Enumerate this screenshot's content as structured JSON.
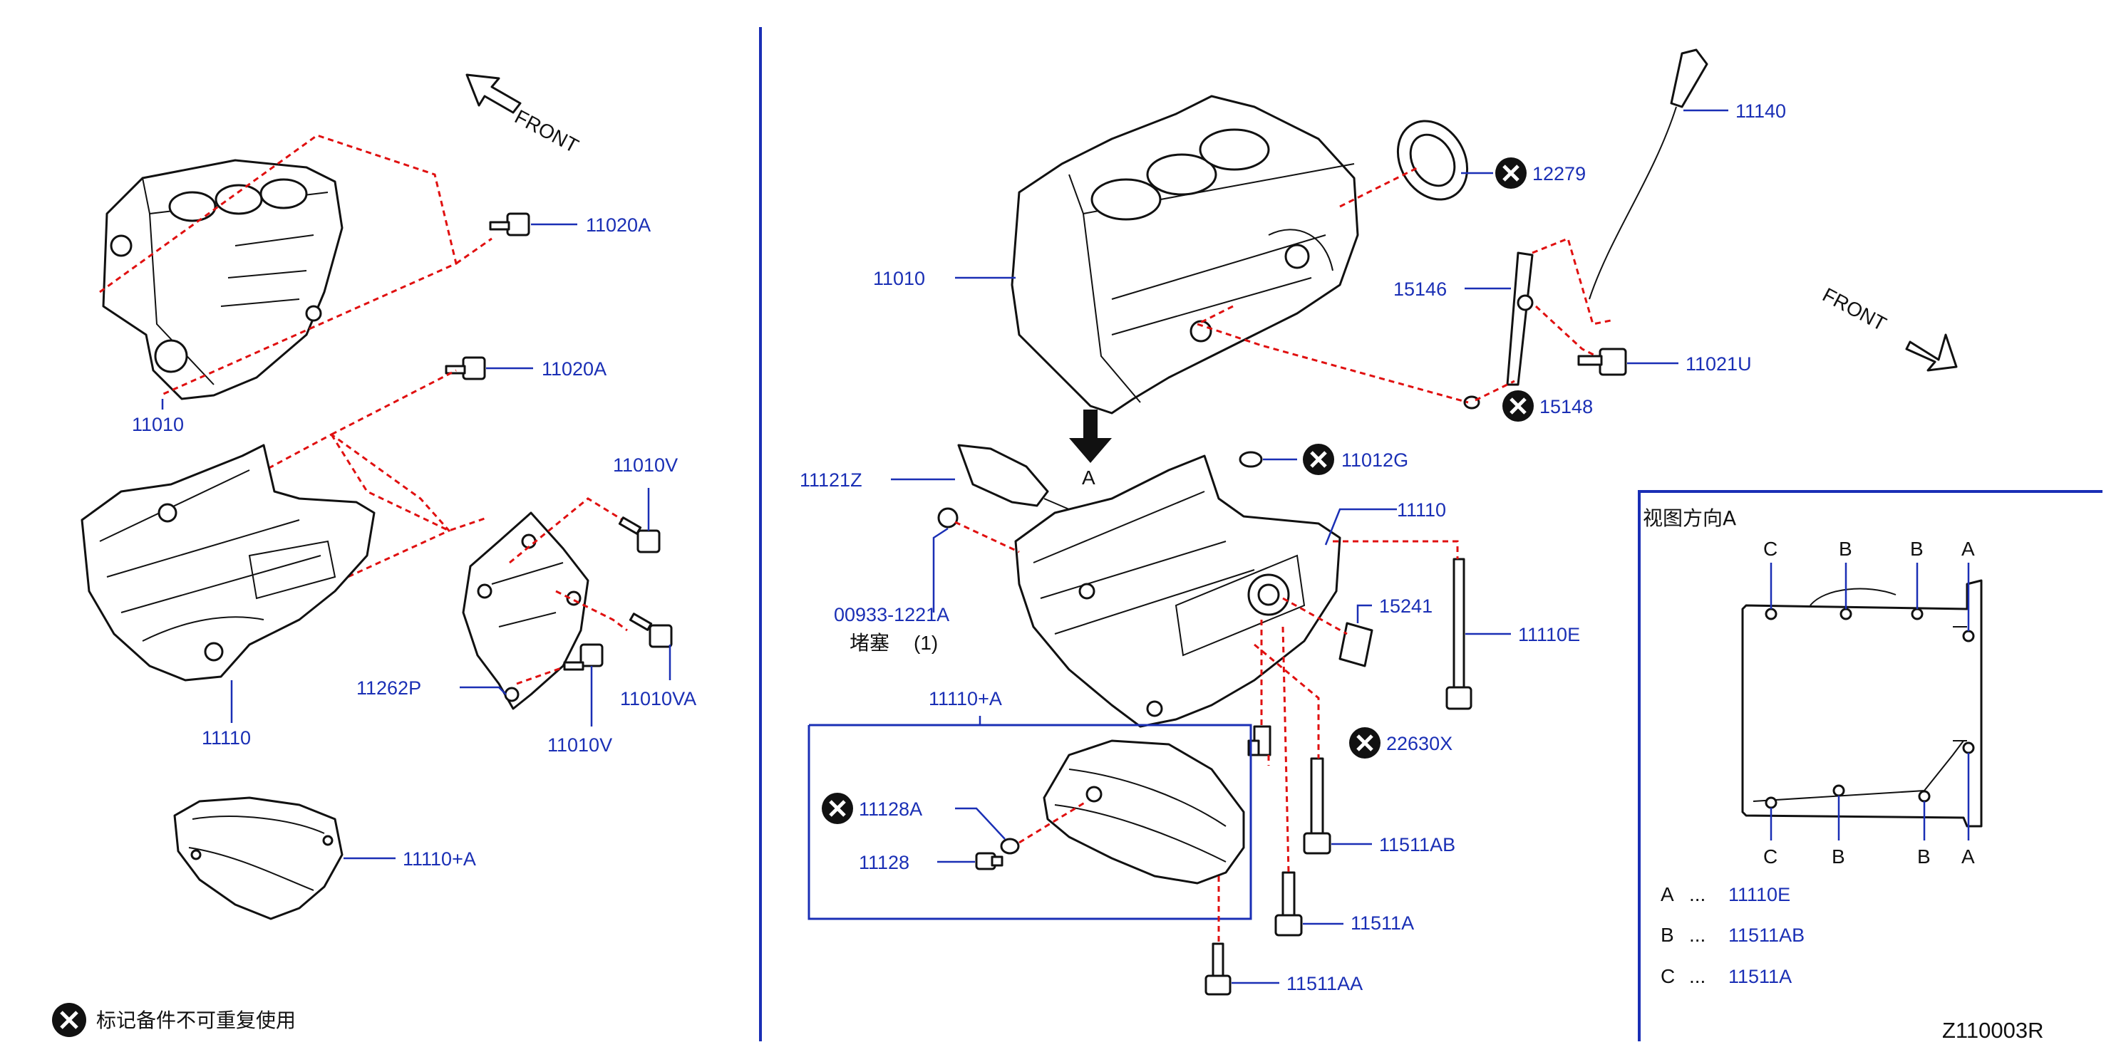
{
  "labels": {
    "l_11020A_1": "11020A",
    "l_11020A_2": "11020A",
    "l_11010_left": "11010",
    "l_11010V_top": "11010V",
    "l_11010VA": "11010VA",
    "l_11010V_bot": "11010V",
    "l_11262P": "11262P",
    "l_11110_left": "11110",
    "l_11110A_left": "11110+A",
    "l_11010_center": "11010",
    "l_12279": "12279",
    "l_11140": "11140",
    "l_15146": "15146",
    "l_11021U": "11021U",
    "l_15148": "15148",
    "l_11121Z": "11121Z",
    "l_arrow_A": "A",
    "l_11012G": "11012G",
    "l_11110_center": "11110",
    "l_00933": "00933-1221A",
    "l_plug_cn": "堵塞",
    "l_plug_qty": "(1)",
    "l_15241": "15241",
    "l_11110E": "11110E",
    "l_11110A_center": "11110+A",
    "l_22630X": "22630X",
    "l_11128A": "11128A",
    "l_11128": "11128",
    "l_11511AB": "11511AB",
    "l_11511A": "11511A",
    "l_11511AA": "11511AA",
    "front_left": "FRONT",
    "front_right": "FRONT"
  },
  "inset": {
    "title": "视图方向A",
    "top_letters": [
      "C",
      "B",
      "B",
      "A"
    ],
    "bottom_letters": [
      "C",
      "B",
      "B",
      "A"
    ],
    "legend": [
      {
        "key": "A",
        "dots": "...",
        "part": "11110E"
      },
      {
        "key": "B",
        "dots": "...",
        "part": "11511AB"
      },
      {
        "key": "C",
        "dots": "...",
        "part": "11511A"
      }
    ]
  },
  "note": "标记备件不可重复使用",
  "diagram_id": "Z110003R",
  "colors": {
    "callout": "#1a2fb5",
    "dashed": "#e01010",
    "line": "#111111"
  }
}
